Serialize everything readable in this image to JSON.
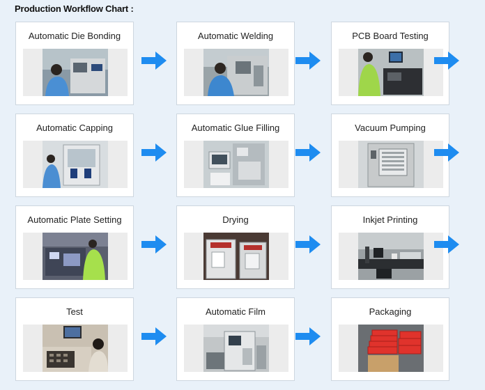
{
  "title": "Production Workflow Chart :",
  "colors": {
    "background": "#e9f1f9",
    "card_border": "#cdd6df",
    "arrow": "#1e8cf0"
  },
  "steps": [
    {
      "label": "Automatic Die Bonding",
      "icon": "worker-at-machine-photo"
    },
    {
      "label": "Automatic Welding",
      "icon": "worker-at-welder-photo"
    },
    {
      "label": "PCB Board Testing",
      "icon": "tester-with-monitor-photo"
    },
    {
      "label": "Automatic Capping",
      "icon": "capping-machine-photo"
    },
    {
      "label": "Automatic Glue Filling",
      "icon": "glue-filling-machine-photo"
    },
    {
      "label": "Vacuum Pumping",
      "icon": "vacuum-chamber-photo"
    },
    {
      "label": "Automatic Plate Setting",
      "icon": "plate-setting-machine-photo"
    },
    {
      "label": "Drying",
      "icon": "drying-oven-photo"
    },
    {
      "label": "Inkjet Printing",
      "icon": "inkjet-line-photo"
    },
    {
      "label": "Test",
      "icon": "test-bench-photo"
    },
    {
      "label": "Automatic Film",
      "icon": "film-machine-photo"
    },
    {
      "label": "Packaging",
      "icon": "packaging-boxes-photo"
    }
  ]
}
